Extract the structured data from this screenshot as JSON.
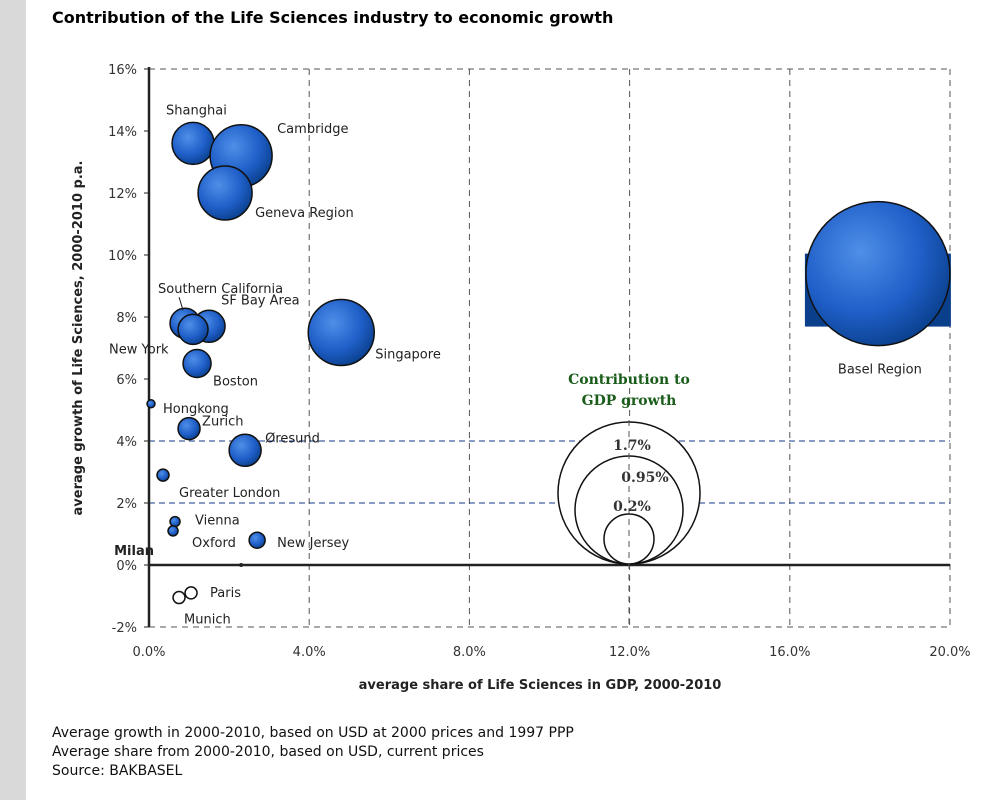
{
  "title": "Contribution of the Life Sciences industry to economic growth",
  "notes": [
    "Average growth in 2000-2010, based on USD at 2000 prices and 1997 PPP",
    "Average share from 2000-2010, based on USD, current prices",
    "Source:  BAKBASEL"
  ],
  "colors": {
    "bubble": "#1f5fc8",
    "bubble_dark": "#0a3f8c",
    "bubble_light": "#4f8fe8",
    "guide": "#163a8c",
    "legend_title": "#1a5c1a"
  },
  "chart_data": {
    "type": "bubble",
    "title": "Contribution of the Life Sciences industry to economic growth",
    "xlabel": "average share of Life Sciences in GDP, 2000-2010",
    "ylabel": "average growth of Life Sciences, 2000-2010 p.a.",
    "xlim": [
      0,
      20
    ],
    "ylim": [
      -2,
      16
    ],
    "x_ticks": [
      "0.0%",
      "4.0%",
      "8.0%",
      "12.0%",
      "16.0%",
      "20.0%"
    ],
    "y_ticks": [
      "-2%",
      "0%",
      "2%",
      "4%",
      "6%",
      "8%",
      "10%",
      "12%",
      "14%",
      "16%"
    ],
    "grid": "vertical dashed at x ticks",
    "reference_lines_y": [
      4,
      2
    ],
    "points": [
      {
        "label": "Shanghai",
        "x": 1.1,
        "y": 13.6,
        "r": 21
      },
      {
        "label": "Cambridge",
        "x": 2.3,
        "y": 13.2,
        "r": 31
      },
      {
        "label": "Geneva Region",
        "x": 1.9,
        "y": 12.0,
        "r": 27
      },
      {
        "label": "Southern California",
        "x": 0.9,
        "y": 7.8,
        "r": 15
      },
      {
        "label": "SF Bay Area",
        "x": 1.5,
        "y": 7.7,
        "r": 16
      },
      {
        "label": "New York",
        "x": 1.1,
        "y": 7.6,
        "r": 15
      },
      {
        "label": "Boston",
        "x": 1.2,
        "y": 6.5,
        "r": 14
      },
      {
        "label": "Singapore",
        "x": 4.8,
        "y": 7.5,
        "r": 33
      },
      {
        "label": "Basel Region",
        "x": 18.2,
        "y": 9.4,
        "r": 72
      },
      {
        "label": "Hongkong",
        "x": 0.05,
        "y": 5.2,
        "r": 4
      },
      {
        "label": "Zurich",
        "x": 1.0,
        "y": 4.4,
        "r": 11
      },
      {
        "label": "Øresund",
        "x": 2.4,
        "y": 3.7,
        "r": 16
      },
      {
        "label": "Greater London",
        "x": 0.35,
        "y": 2.9,
        "r": 6
      },
      {
        "label": "Vienna",
        "x": 0.65,
        "y": 1.4,
        "r": 5
      },
      {
        "label": "Oxford",
        "x": 0.6,
        "y": 1.1,
        "r": 5
      },
      {
        "label": "New Jersey",
        "x": 2.7,
        "y": 0.8,
        "r": 8
      },
      {
        "label": "Milan",
        "x": 2.3,
        "y": 0.0,
        "r": 0
      },
      {
        "label": "Paris",
        "x": 1.05,
        "y": -0.9,
        "r": 6,
        "hollow": true
      },
      {
        "label": "Munich",
        "x": 0.75,
        "y": -1.05,
        "r": 6,
        "hollow": true
      }
    ],
    "legend": {
      "title": [
        "Contribution to",
        "GDP growth"
      ],
      "items": [
        {
          "label": "1.7%",
          "r": 71
        },
        {
          "label": "0.95%",
          "r": 54
        },
        {
          "label": "0.2%",
          "r": 25
        }
      ]
    }
  }
}
